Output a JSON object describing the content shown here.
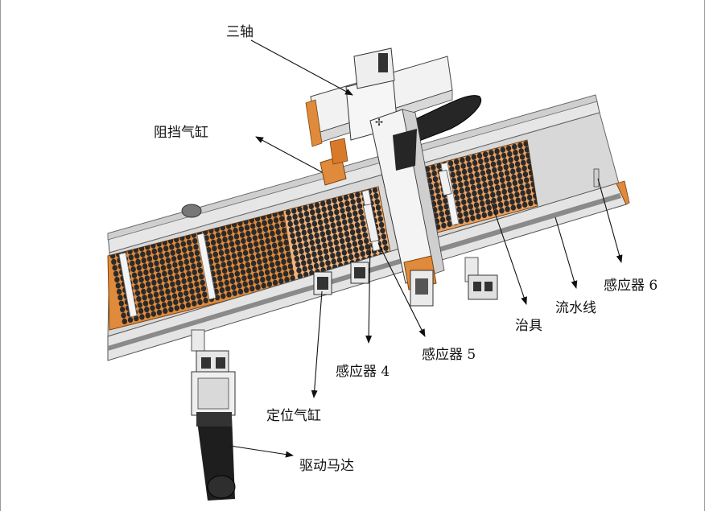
{
  "labels": {
    "three_axis": "三轴",
    "block_cylinder": "阻挡气缸",
    "sensor_6": "感应器 6",
    "conveyor": "流水线",
    "fixture": "治具",
    "sensor_5": "感应器 5",
    "sensor_4": "感应器 4",
    "positioning_cylinder": "定位气缸",
    "drive_motor": "驱动马达"
  },
  "colors": {
    "fixture_orange": "#e08a3c",
    "fixture_orange_light": "#f0b27a",
    "hole_dark": "#2a2a2a",
    "rail_silver": "#d6d6d6",
    "rail_dark": "#6d6d6d",
    "machine_white": "#f2f2f2",
    "motor_black": "#1e1e1e"
  }
}
